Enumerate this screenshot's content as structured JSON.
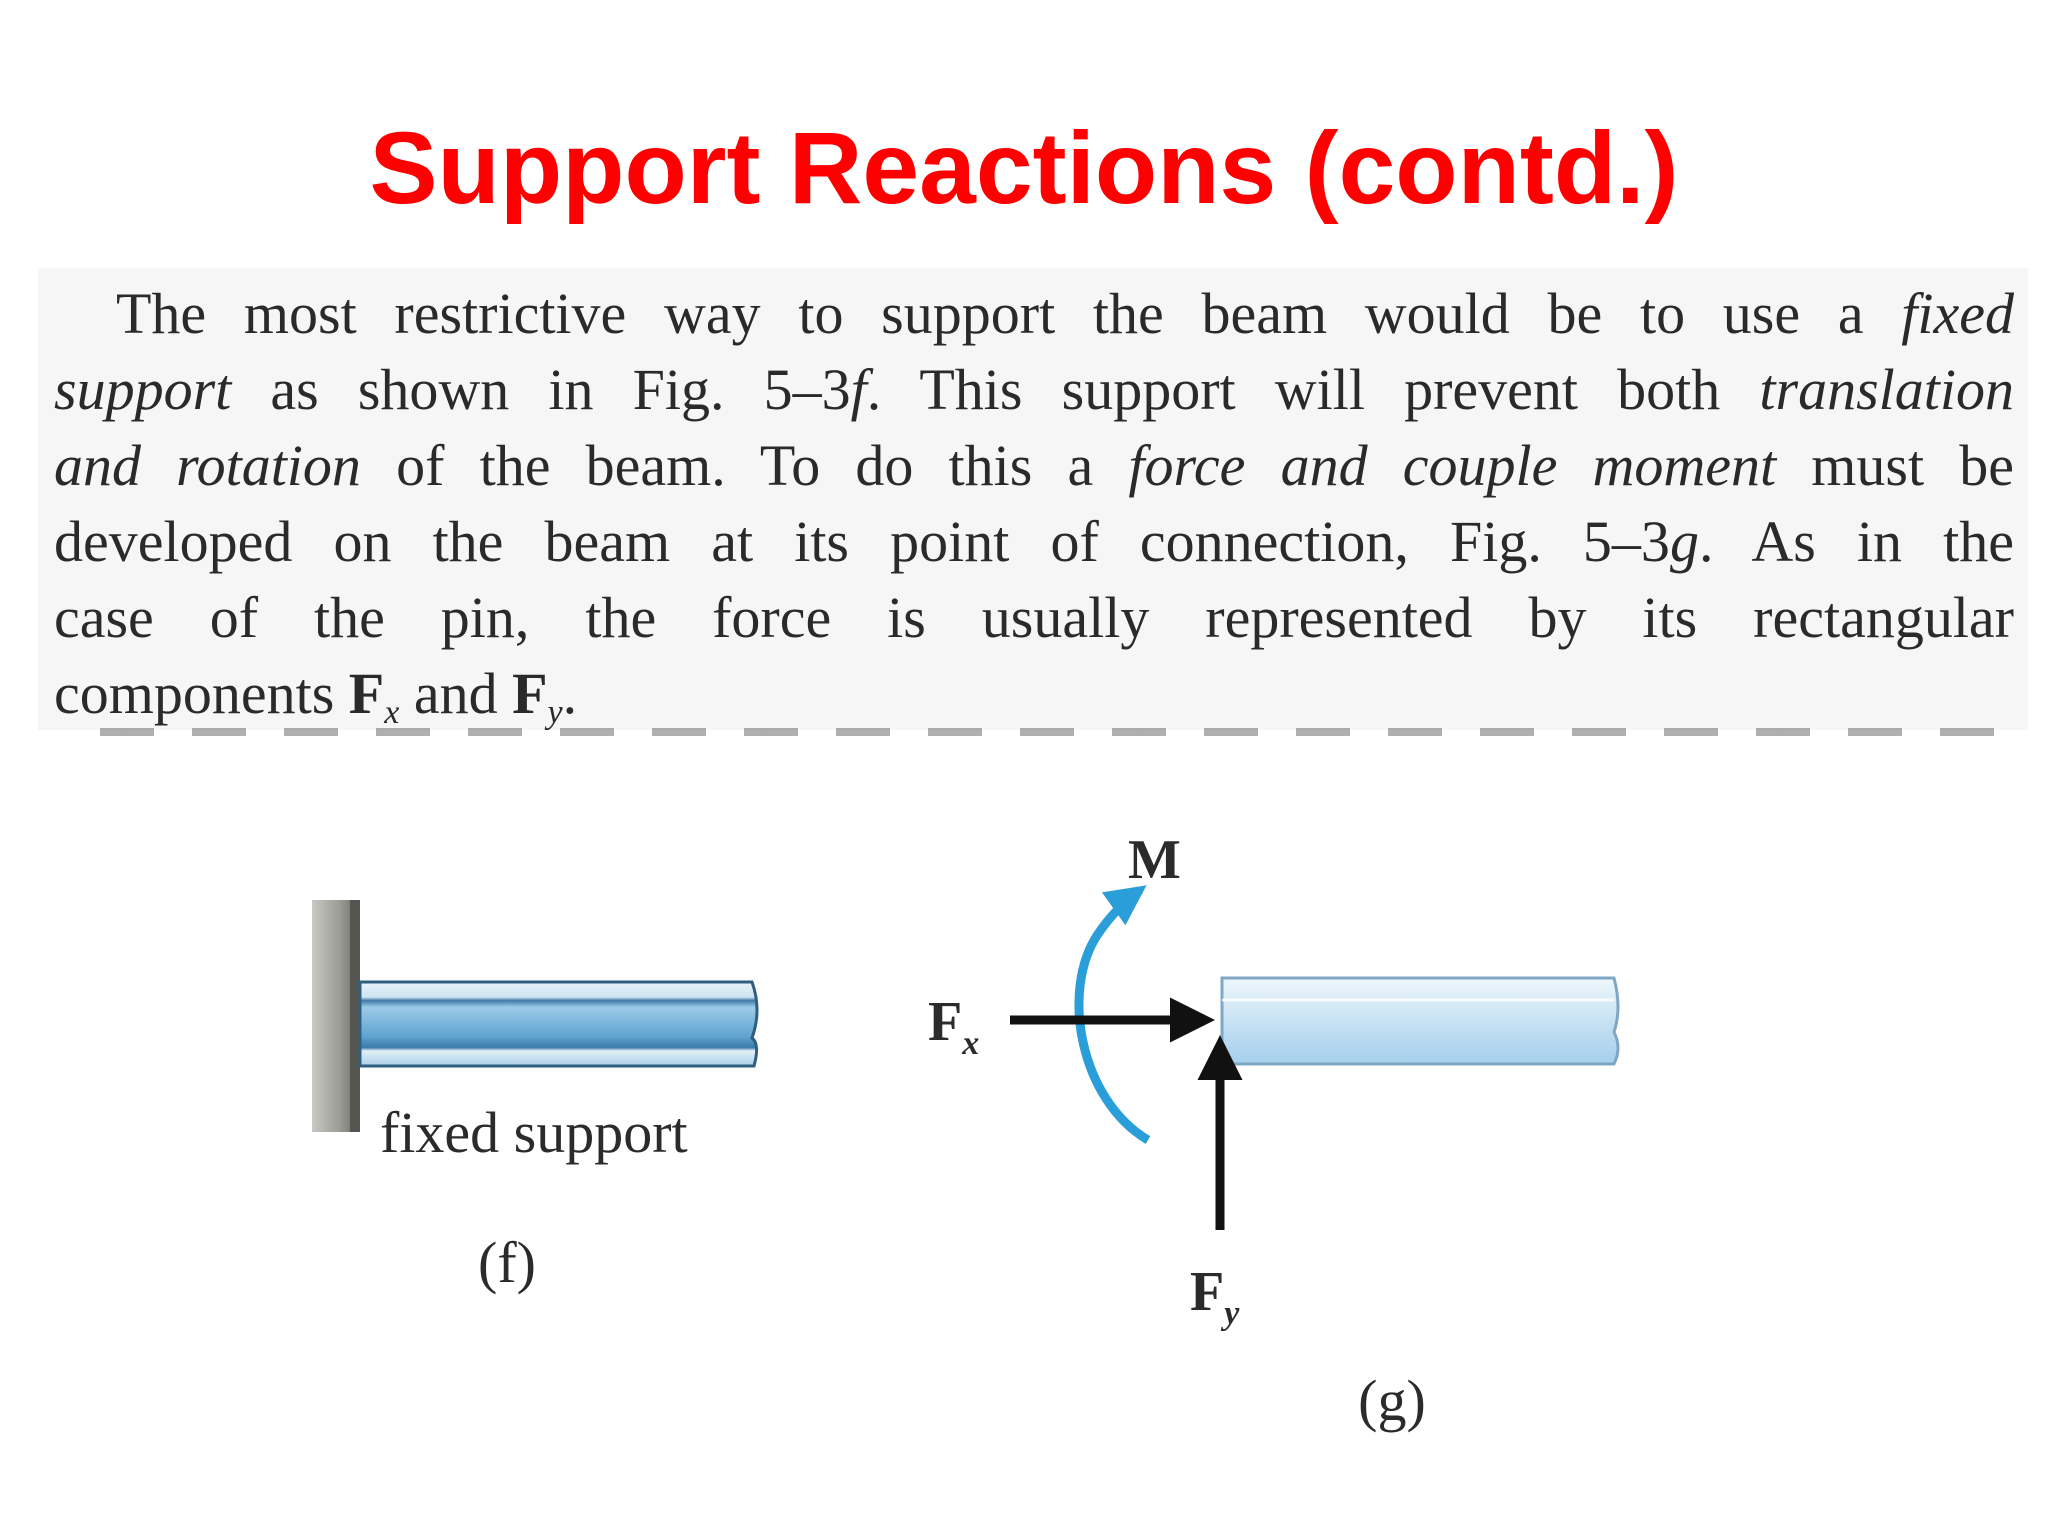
{
  "slide": {
    "title": "Support Reactions (contd.)"
  },
  "excerpt": {
    "l1_a": "The most restrictive way to support the beam would be to use a ",
    "l1_fixed": "fixed",
    "l2_support": "support",
    "l2_a": " as shown in Fig. 5–3",
    "l2_f": "f",
    "l2_b": ". This support will prevent both ",
    "l2_translation": "translation",
    "l3_rotation": "and rotation",
    "l3_a": " of the beam. To do this a ",
    "l3_fcm": "force and couple moment",
    "l3_b": " must be",
    "l4_a": "developed on the beam at its point of connection, Fig. 5–3",
    "l4_g": "g",
    "l4_b": ". As in the",
    "l5": "case of the pin, the force is usually represented by its rectangular",
    "l6_a": "components ",
    "l6_F1": "F",
    "l6_x": "x",
    "l6_b": " and ",
    "l6_F2": "F",
    "l6_y": "y",
    "l6_c": "."
  },
  "figure_f": {
    "support_label": "fixed support",
    "caption": "(f)"
  },
  "figure_g": {
    "moment_label": "M",
    "fx_main": "F",
    "fx_sub": "x",
    "fy_main": "F",
    "fy_sub": "y",
    "caption": "(g)"
  },
  "colors": {
    "title": "#ff0000",
    "beam_blue": "#5fa3cf",
    "moment_arrow": "#2a9ed8",
    "force_arrow": "#111111"
  }
}
